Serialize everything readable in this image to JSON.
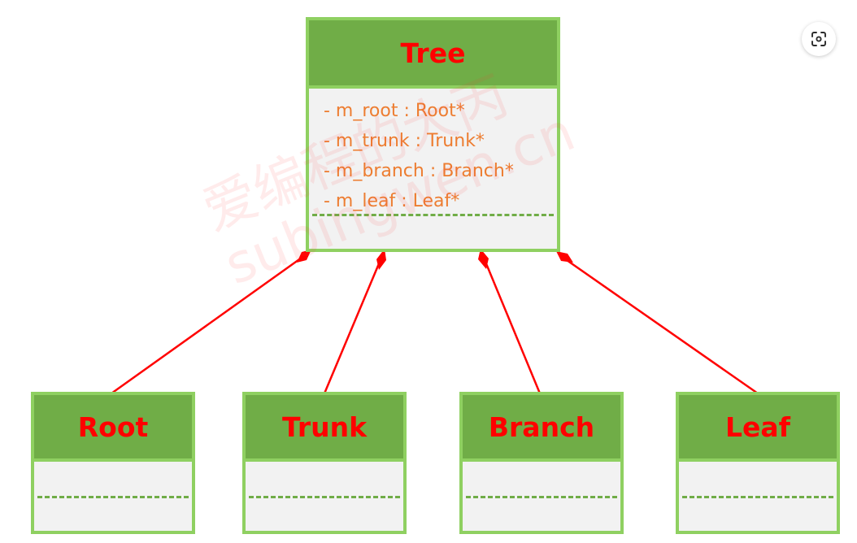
{
  "diagram": {
    "main_class": {
      "name": "Tree",
      "attributes": [
        "- m_root : Root*",
        "- m_trunk : Trunk*",
        "- m_branch : Branch*",
        "- m_leaf : Leaf*"
      ]
    },
    "child_classes": [
      {
        "name": "Root"
      },
      {
        "name": "Trunk"
      },
      {
        "name": "Branch"
      },
      {
        "name": "Leaf"
      }
    ],
    "relationship": "composition",
    "colors": {
      "header_fill": "#70ad47",
      "border": "#8fd061",
      "body_fill": "#f2f2f2",
      "title_text": "#ff0000",
      "attribute_text": "#ed7d31",
      "connector": "#ff0000"
    }
  },
  "watermark": {
    "line1": "爱编程的大丙",
    "line2": "subingwen.cn"
  },
  "toolbar": {
    "scan_icon": "scan-icon"
  }
}
